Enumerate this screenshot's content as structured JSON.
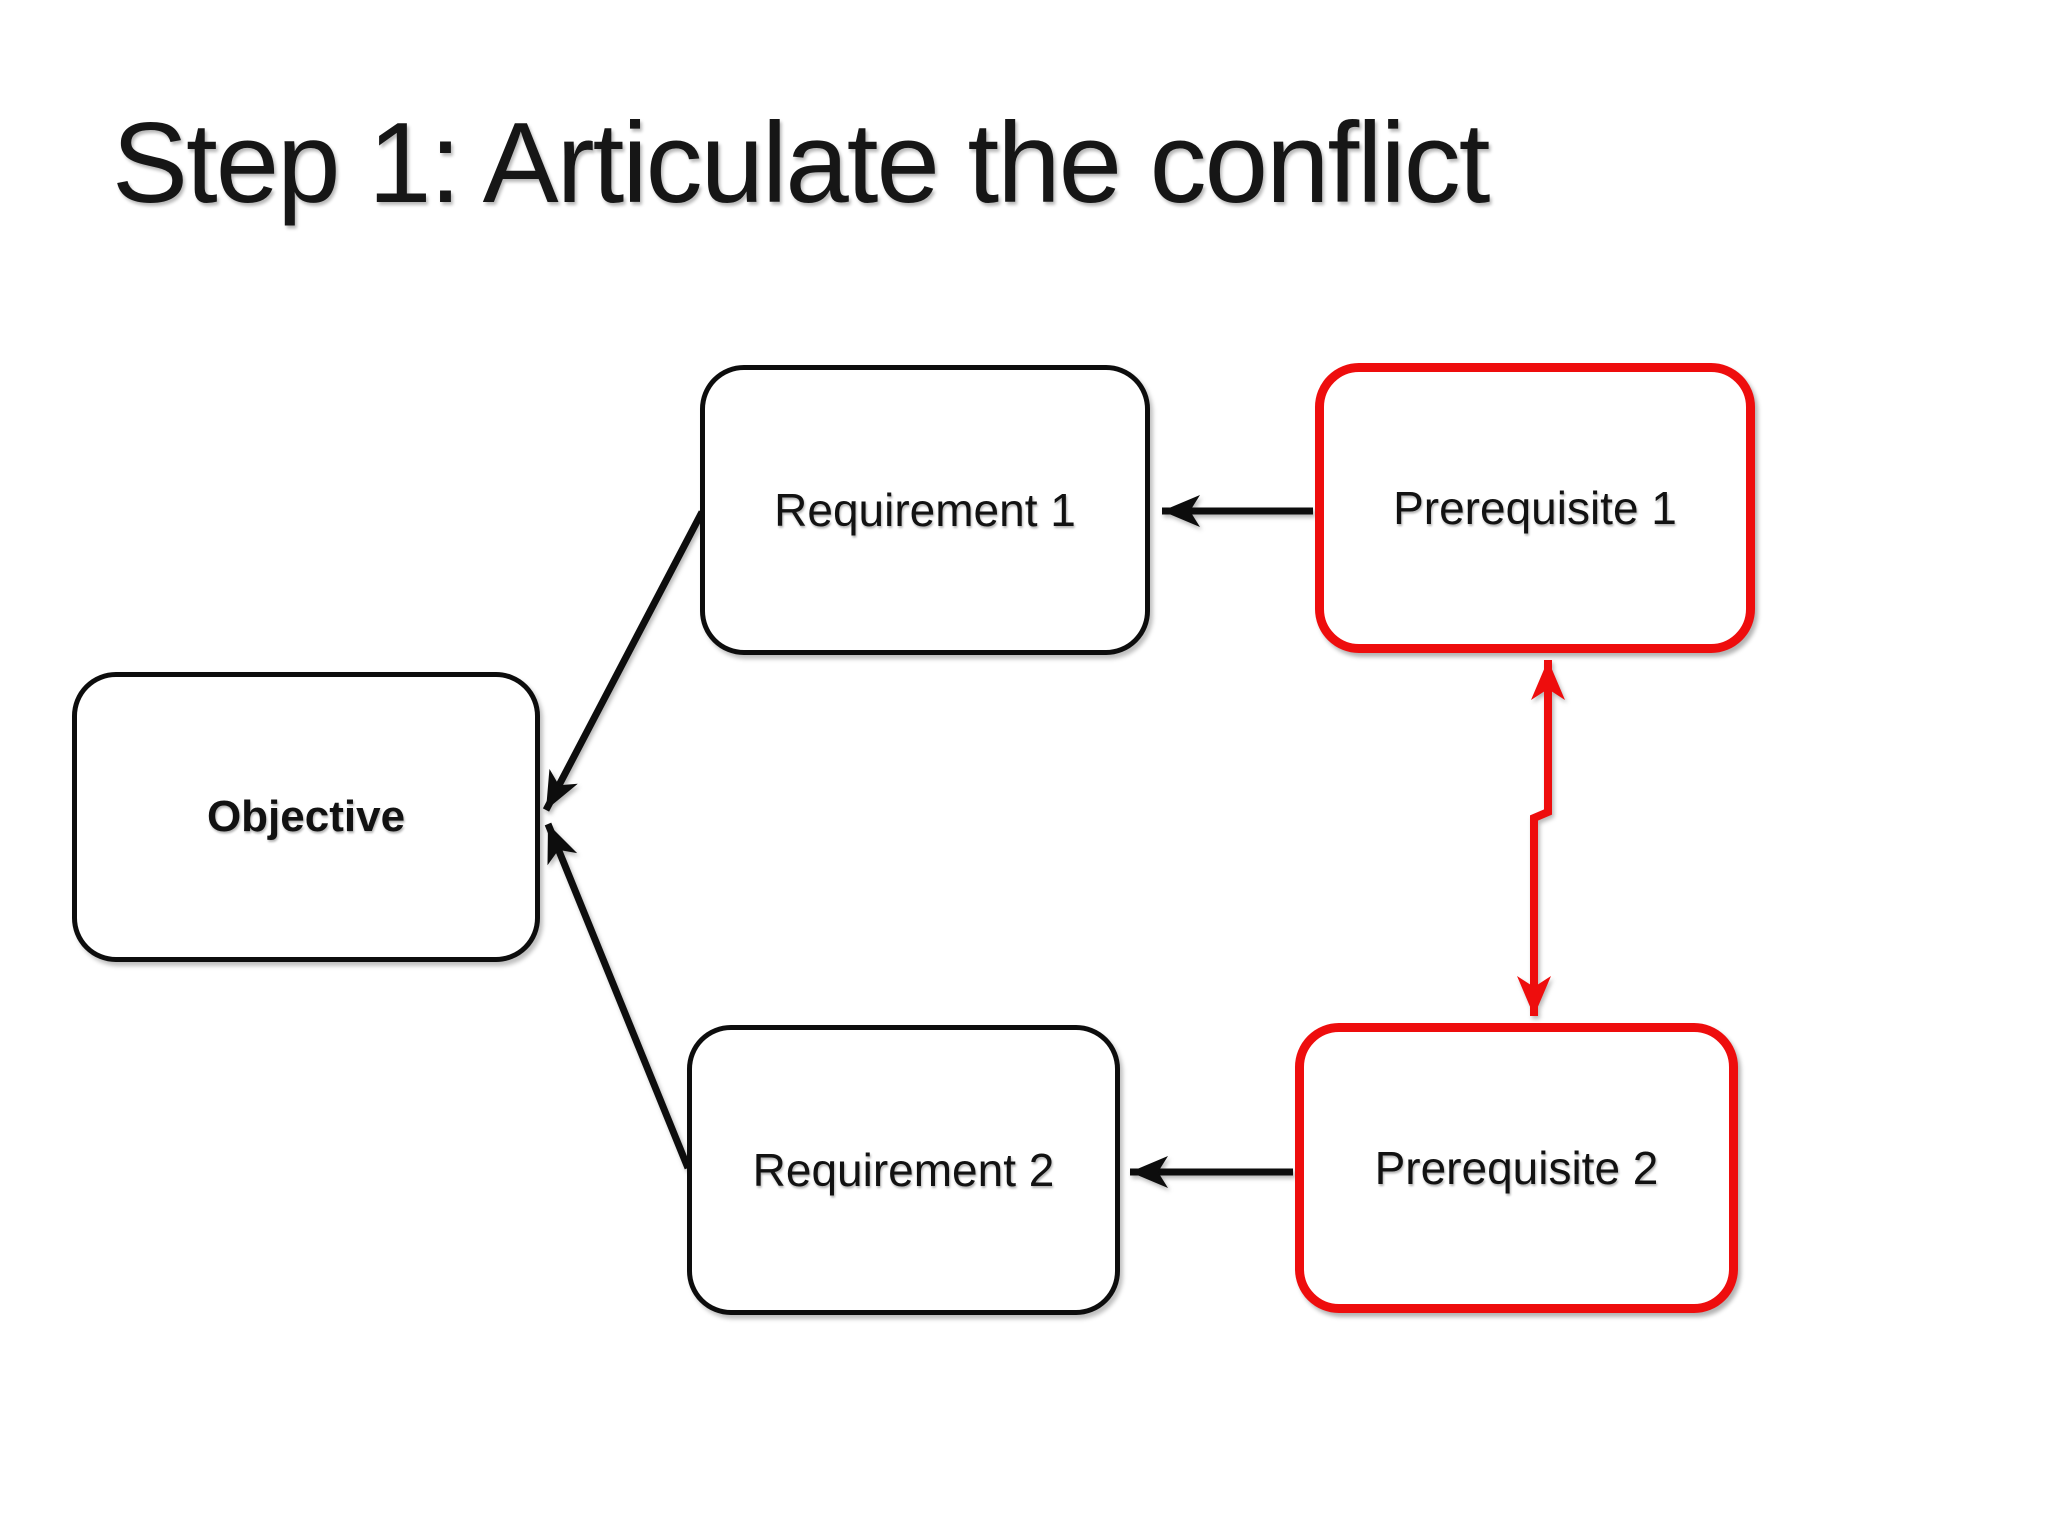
{
  "slide": {
    "title": "Step 1: Articulate the conflict"
  },
  "colors": {
    "background": "#ffffff",
    "text": "#121212",
    "black_line": "#0d0d0d",
    "red_accent": "#ee0d0d"
  },
  "diagram": {
    "nodes": {
      "objective": {
        "label": "Objective",
        "border": "black",
        "emphasis": "bold"
      },
      "requirement1": {
        "label": "Requirement 1",
        "border": "black"
      },
      "requirement2": {
        "label": "Requirement 2",
        "border": "black"
      },
      "prerequisite1": {
        "label": "Prerequisite 1",
        "border": "red"
      },
      "prerequisite2": {
        "label": "Prerequisite 2",
        "border": "red"
      }
    },
    "edges": [
      {
        "from": "requirement1",
        "to": "objective",
        "color": "black",
        "type": "straight-arrow"
      },
      {
        "from": "requirement2",
        "to": "objective",
        "color": "black",
        "type": "straight-arrow"
      },
      {
        "from": "prerequisite1",
        "to": "requirement1",
        "color": "black",
        "type": "straight-arrow"
      },
      {
        "from": "prerequisite2",
        "to": "requirement2",
        "color": "black",
        "type": "straight-arrow"
      },
      {
        "from": "prerequisite1",
        "to": "prerequisite2",
        "color": "red",
        "type": "conflict-zigzag",
        "double_headed": true
      }
    ]
  }
}
